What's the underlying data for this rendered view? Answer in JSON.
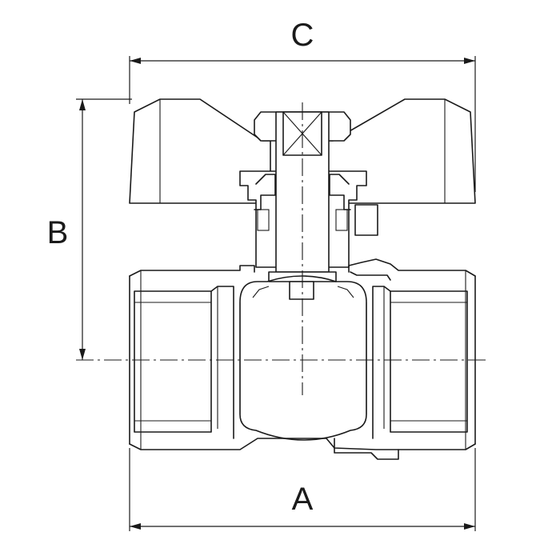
{
  "drawing": {
    "labels": {
      "a": "A",
      "b": "B",
      "c": "C"
    },
    "colors": {
      "line": "#1a1a1a",
      "background": "#ffffff"
    }
  }
}
